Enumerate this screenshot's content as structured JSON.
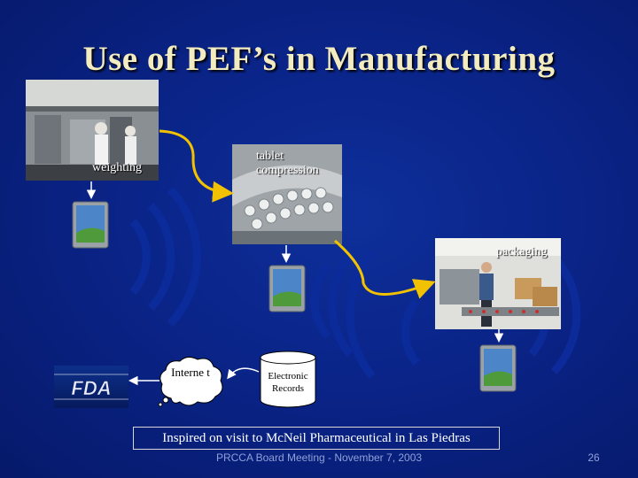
{
  "title": "Use of PEF’s in Manufacturing",
  "steps": {
    "weighting": "weighting",
    "compression": "tablet compression",
    "packaging": "packaging"
  },
  "internet": "Interne t",
  "records": "Electronic Records",
  "logo": "FDA",
  "caption": "Inspired on visit to McNeil Pharmaceutical in Las Piedras",
  "footer": "PRCCA Board Meeting - November 7, 2003",
  "page_number": "26",
  "colors": {
    "background": "#0a2488",
    "title": "#f3ecc0",
    "arrow": "#f2c200",
    "footer": "#8fa0d8"
  }
}
